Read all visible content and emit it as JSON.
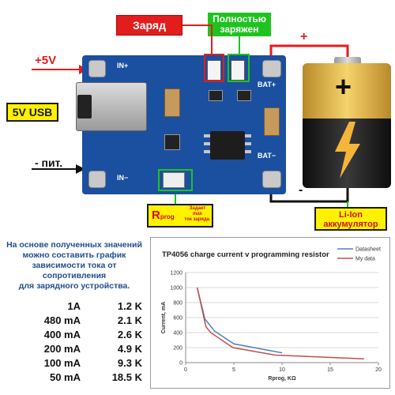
{
  "labels": {
    "charge": "Заряд",
    "full_line1": "Полностью",
    "full_line2": "заряжен",
    "plus5v": "+5V",
    "usb": "5V USB",
    "minus_pit": "- пит.",
    "rprog_main": "R",
    "rprog_sub": "prog",
    "rprog_note_line1": "Задает",
    "rprog_note_line2": "max",
    "rprog_note_line3": "ток заряда.",
    "plus": "+",
    "minus": "-",
    "liion_line1": "Li-Ion",
    "liion_line2": "аккумулятор"
  },
  "board": {
    "in_plus": "IN+",
    "in_minus": "IN−",
    "bat_plus": "BAT+",
    "bat_minus": "BAT−"
  },
  "description": {
    "line1": "На основе полученных значений",
    "line2": "можно составить график",
    "line3": "зависимости тока от",
    "line4": "сопротивления",
    "line5": "для зарядного устройства."
  },
  "table": [
    {
      "current": "1A",
      "resistance": "1.2 K"
    },
    {
      "current": "480 mA",
      "resistance": "2.1 K"
    },
    {
      "current": "400 mA",
      "resistance": "2.6 K"
    },
    {
      "current": "200 mA",
      "resistance": "4.9 K"
    },
    {
      "current": "100 mA",
      "resistance": "9.3 K"
    },
    {
      "current": "50 mA",
      "resistance": "18.5 K"
    }
  ],
  "colors": {
    "accent_red": "#e21d1d",
    "accent_green": "#1fc31f",
    "accent_yellow": "#fff200",
    "datasheet_line": "#4f81bd",
    "mydata_line": "#c0504d"
  },
  "chart_data": {
    "type": "line",
    "title": "TP4056 charge current v programming resistor",
    "xlabel": "Rprog, KΩ",
    "ylabel": "Current, mA",
    "xlim": [
      0,
      20
    ],
    "ylim": [
      0,
      1200
    ],
    "xticks": [
      "0",
      "5",
      "10",
      "15",
      "20"
    ],
    "yticks": [
      "0",
      "200",
      "400",
      "600",
      "800",
      "1000",
      "1200"
    ],
    "grid": "horizontal",
    "legend": "top-right",
    "series": [
      {
        "name": "Datasheet",
        "color": "#4f81bd",
        "x": [
          1.2,
          2,
          3,
          5,
          10
        ],
        "y": [
          1000,
          580,
          420,
          250,
          130
        ]
      },
      {
        "name": "My data",
        "color": "#c0504d",
        "x": [
          1.2,
          2.1,
          2.6,
          4.9,
          9.3,
          18.5
        ],
        "y": [
          1000,
          480,
          400,
          200,
          100,
          50
        ]
      }
    ]
  }
}
